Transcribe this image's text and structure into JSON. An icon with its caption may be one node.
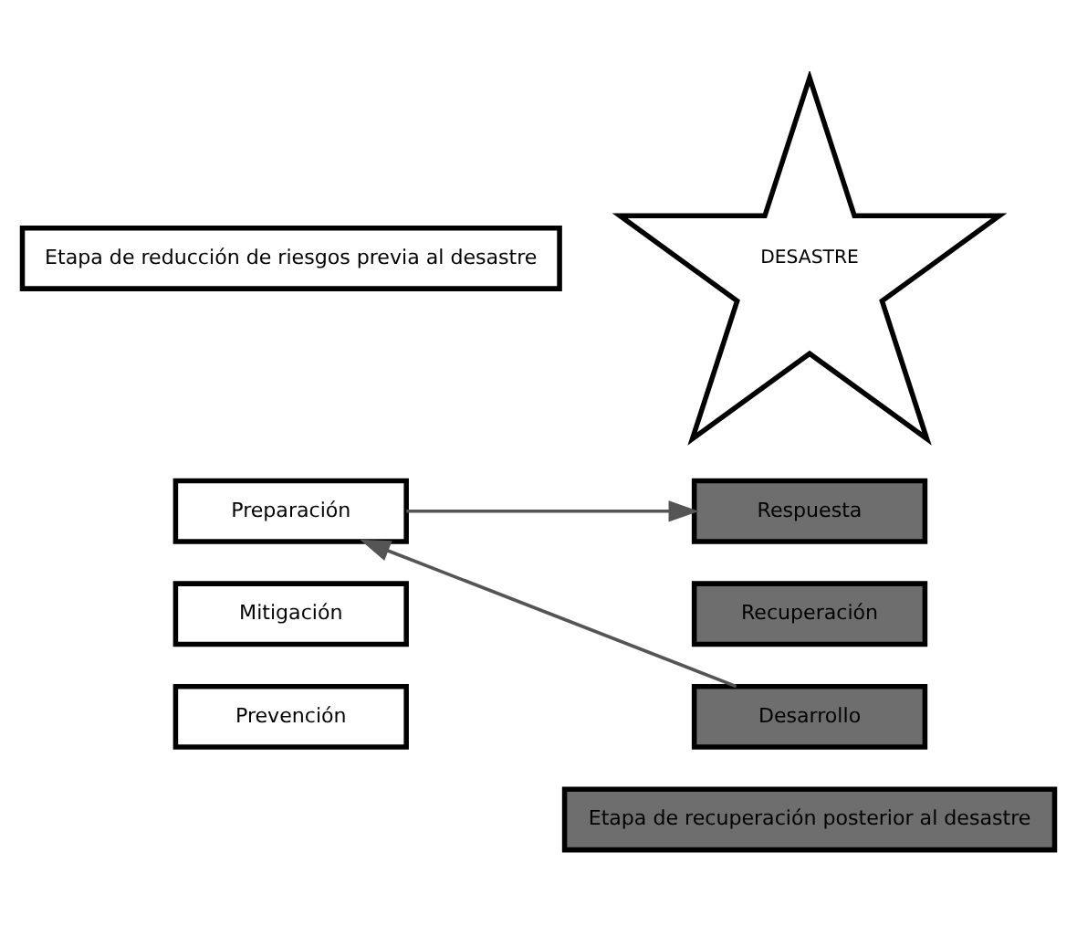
{
  "diagram": {
    "nodes": [
      {
        "text": [
          "Etapa de reducción de riesgos previa al desastre"
        ]
      },
      {
        "text": [
          "DESASTRE"
        ]
      },
      {
        "text": [
          "Preparación"
        ]
      },
      {
        "text": [
          "Mitigación"
        ]
      },
      {
        "text": [
          "Prevención"
        ]
      },
      {
        "text": [
          "Respuesta"
        ]
      },
      {
        "text": [
          "Recuperación"
        ]
      },
      {
        "text": [
          "Desarrollo"
        ]
      },
      {
        "text": [
          "Etapa de recuperación posterior al desastre"
        ]
      }
    ],
    "edges": [
      {
        "from": 2,
        "to": 5,
        "arrow": "to"
      },
      {
        "from": 7,
        "to": 2,
        "arrow": "to"
      }
    ]
  }
}
